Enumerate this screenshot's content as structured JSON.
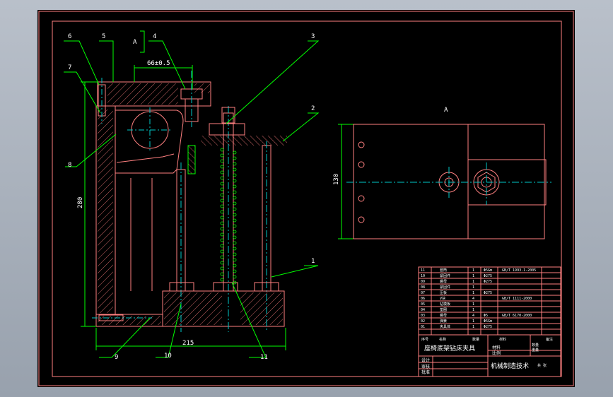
{
  "colors": {
    "background": "#000000",
    "frame": "#ff8080",
    "object": "#ff8080",
    "hatch": "#ff8080",
    "dimension": "#00ff00",
    "center": "#00c8c8",
    "text": "#ffffff",
    "leader": "#00ff00"
  },
  "view_label": "A",
  "section_label": "A",
  "dimensions": {
    "top_width": "66±0.5",
    "height": "280",
    "bottom_width": "215",
    "view_height": "130"
  },
  "balloons": [
    "1",
    "2",
    "3",
    "4",
    "5",
    "6",
    "7",
    "8",
    "9",
    "10",
    "11"
  ],
  "title_block": {
    "design_name": "座椅底架钻床夹具",
    "company": "机械制造技术",
    "labels": {
      "material": "材料",
      "ratio": "比例",
      "quantity": "数量",
      "weight": "重量",
      "sheet": "共 张",
      "designer": "设计",
      "checker": "审核",
      "approver": "批准"
    },
    "bom": [
      {
        "no": "11",
        "name": "套筒",
        "qty": "1",
        "spec": "Φ5Gm",
        "std": "GB/T 1993.1-2005"
      },
      {
        "no": "10",
        "name": "紧固件",
        "qty": "1",
        "spec": "Φ275",
        "std": ""
      },
      {
        "no": "09",
        "name": "螺母",
        "qty": "1",
        "spec": "Φ275",
        "std": ""
      },
      {
        "no": "08",
        "name": "紧固件",
        "qty": "1",
        "spec": "",
        "std": ""
      },
      {
        "no": "07",
        "name": "压板",
        "qty": "1",
        "spec": "Φ275",
        "std": ""
      },
      {
        "no": "06",
        "name": "V块",
        "qty": "4",
        "spec": "",
        "std": "GB/T 1111-2000"
      },
      {
        "no": "05",
        "name": "钻模板",
        "qty": "1",
        "spec": "",
        "std": ""
      },
      {
        "no": "04",
        "name": "垫圈",
        "qty": "1",
        "spec": "",
        "std": ""
      },
      {
        "no": "03",
        "name": "螺母",
        "qty": "4",
        "spec": "Φ5",
        "std": "GB/T 6170-2000"
      },
      {
        "no": "02",
        "name": "弹簧",
        "qty": "1",
        "spec": "Φ5Gm",
        "std": ""
      },
      {
        "no": "01",
        "name": "夹具体",
        "qty": "1",
        "spec": "Φ275",
        "std": ""
      }
    ],
    "headers": {
      "no": "序号",
      "name": "名称",
      "qty": "数量",
      "material": "材料",
      "note": "备注"
    }
  }
}
